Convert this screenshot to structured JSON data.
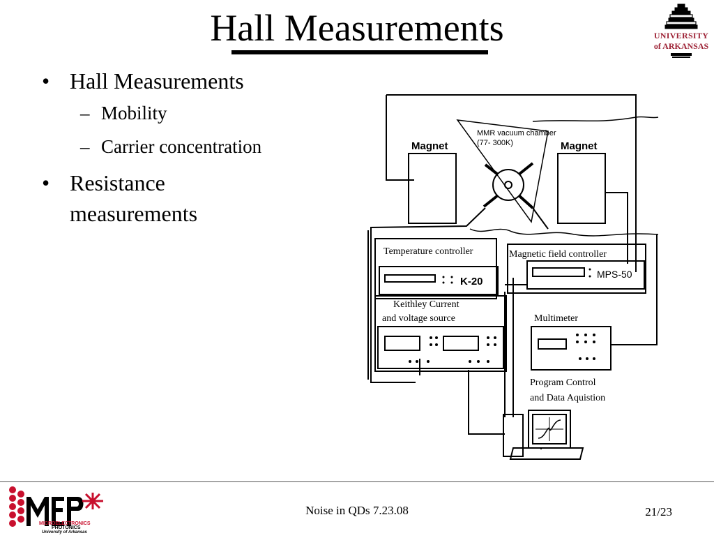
{
  "slide": {
    "title": "Hall Measurements",
    "bullets": [
      {
        "text": "Hall Measurements",
        "sub": [
          "Mobility",
          "Carrier concentration"
        ]
      },
      {
        "text": "Resistance measurements",
        "sub": []
      }
    ],
    "bullet_symbol": "•",
    "sub_symbol": "–"
  },
  "logo_top": {
    "line1": "UNIVERSITY",
    "line2": "of ARKANSAS"
  },
  "diagram": {
    "chamber_label_1": "MMR vacuum chamber",
    "chamber_label_2": "(77- 300K)",
    "magnet_left": "Magnet",
    "magnet_right": "Magnet",
    "temp_controller": "Temperature controller",
    "temp_device": "K-20",
    "field_controller": "Magnetic field controller",
    "field_device": "MPS-50",
    "keithley_1": "Keithley Current",
    "keithley_2": "and voltage source",
    "multimeter": "Multimeter",
    "program_1": "Program Control",
    "program_2": "and Data Aquistion"
  },
  "logo_bottom": {
    "brand": "MEP",
    "line1": "MICROELECTRONICS",
    "line2": "PHOTONICS",
    "line3": "University of Arkansas"
  },
  "footer": {
    "center": "Noise in QDs 7.23.08",
    "page": "21/23"
  },
  "colors": {
    "arkansas_red": "#9d2235",
    "mep_red": "#c8102e"
  }
}
